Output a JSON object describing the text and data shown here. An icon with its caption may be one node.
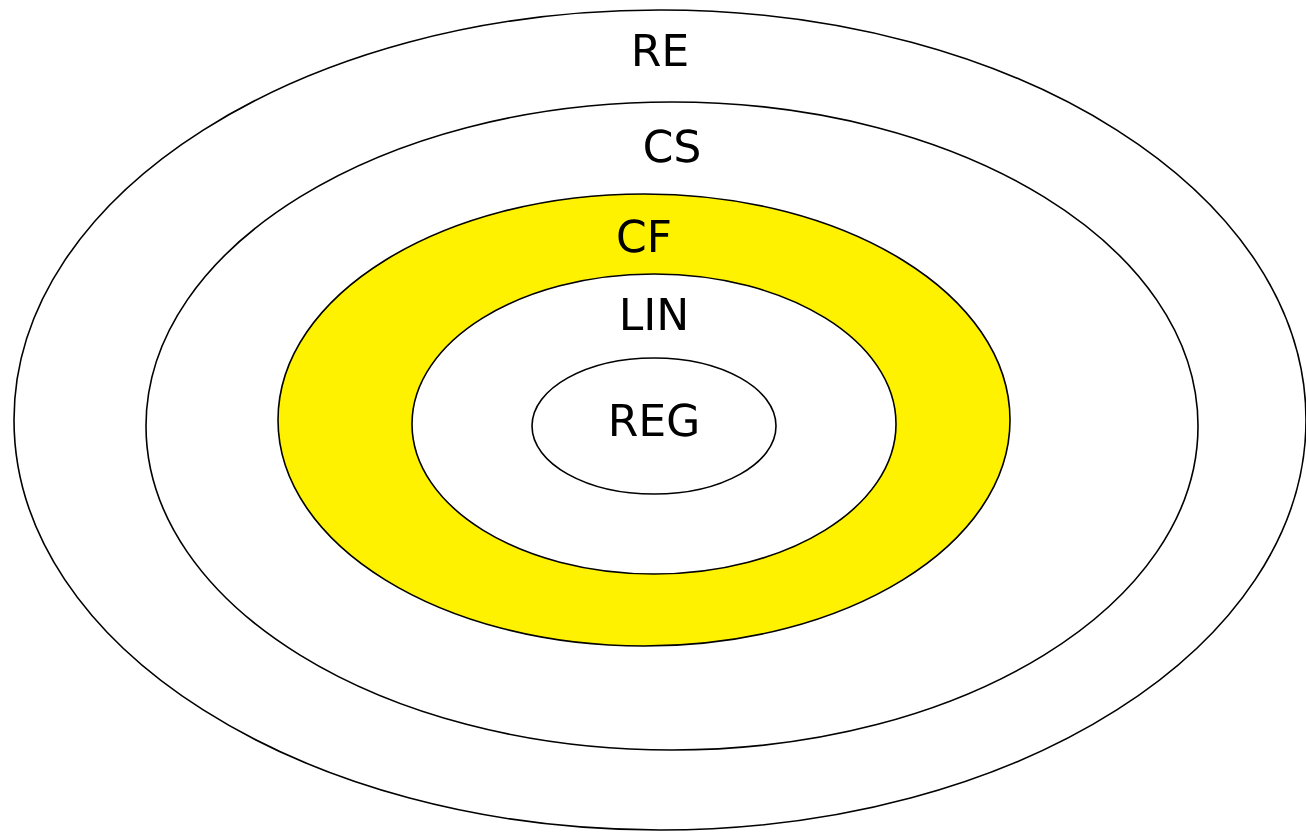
{
  "diagram": {
    "nodes": [
      {
        "text": [
          "RE"
        ]
      },
      {
        "text": [
          "CS"
        ],
        "in": 0
      },
      {
        "text": [
          "CF"
        ],
        "in": 1
      },
      {
        "text": [
          "LIN"
        ],
        "in": 2
      },
      {
        "text": [
          "REG"
        ],
        "in": 3
      }
    ]
  }
}
